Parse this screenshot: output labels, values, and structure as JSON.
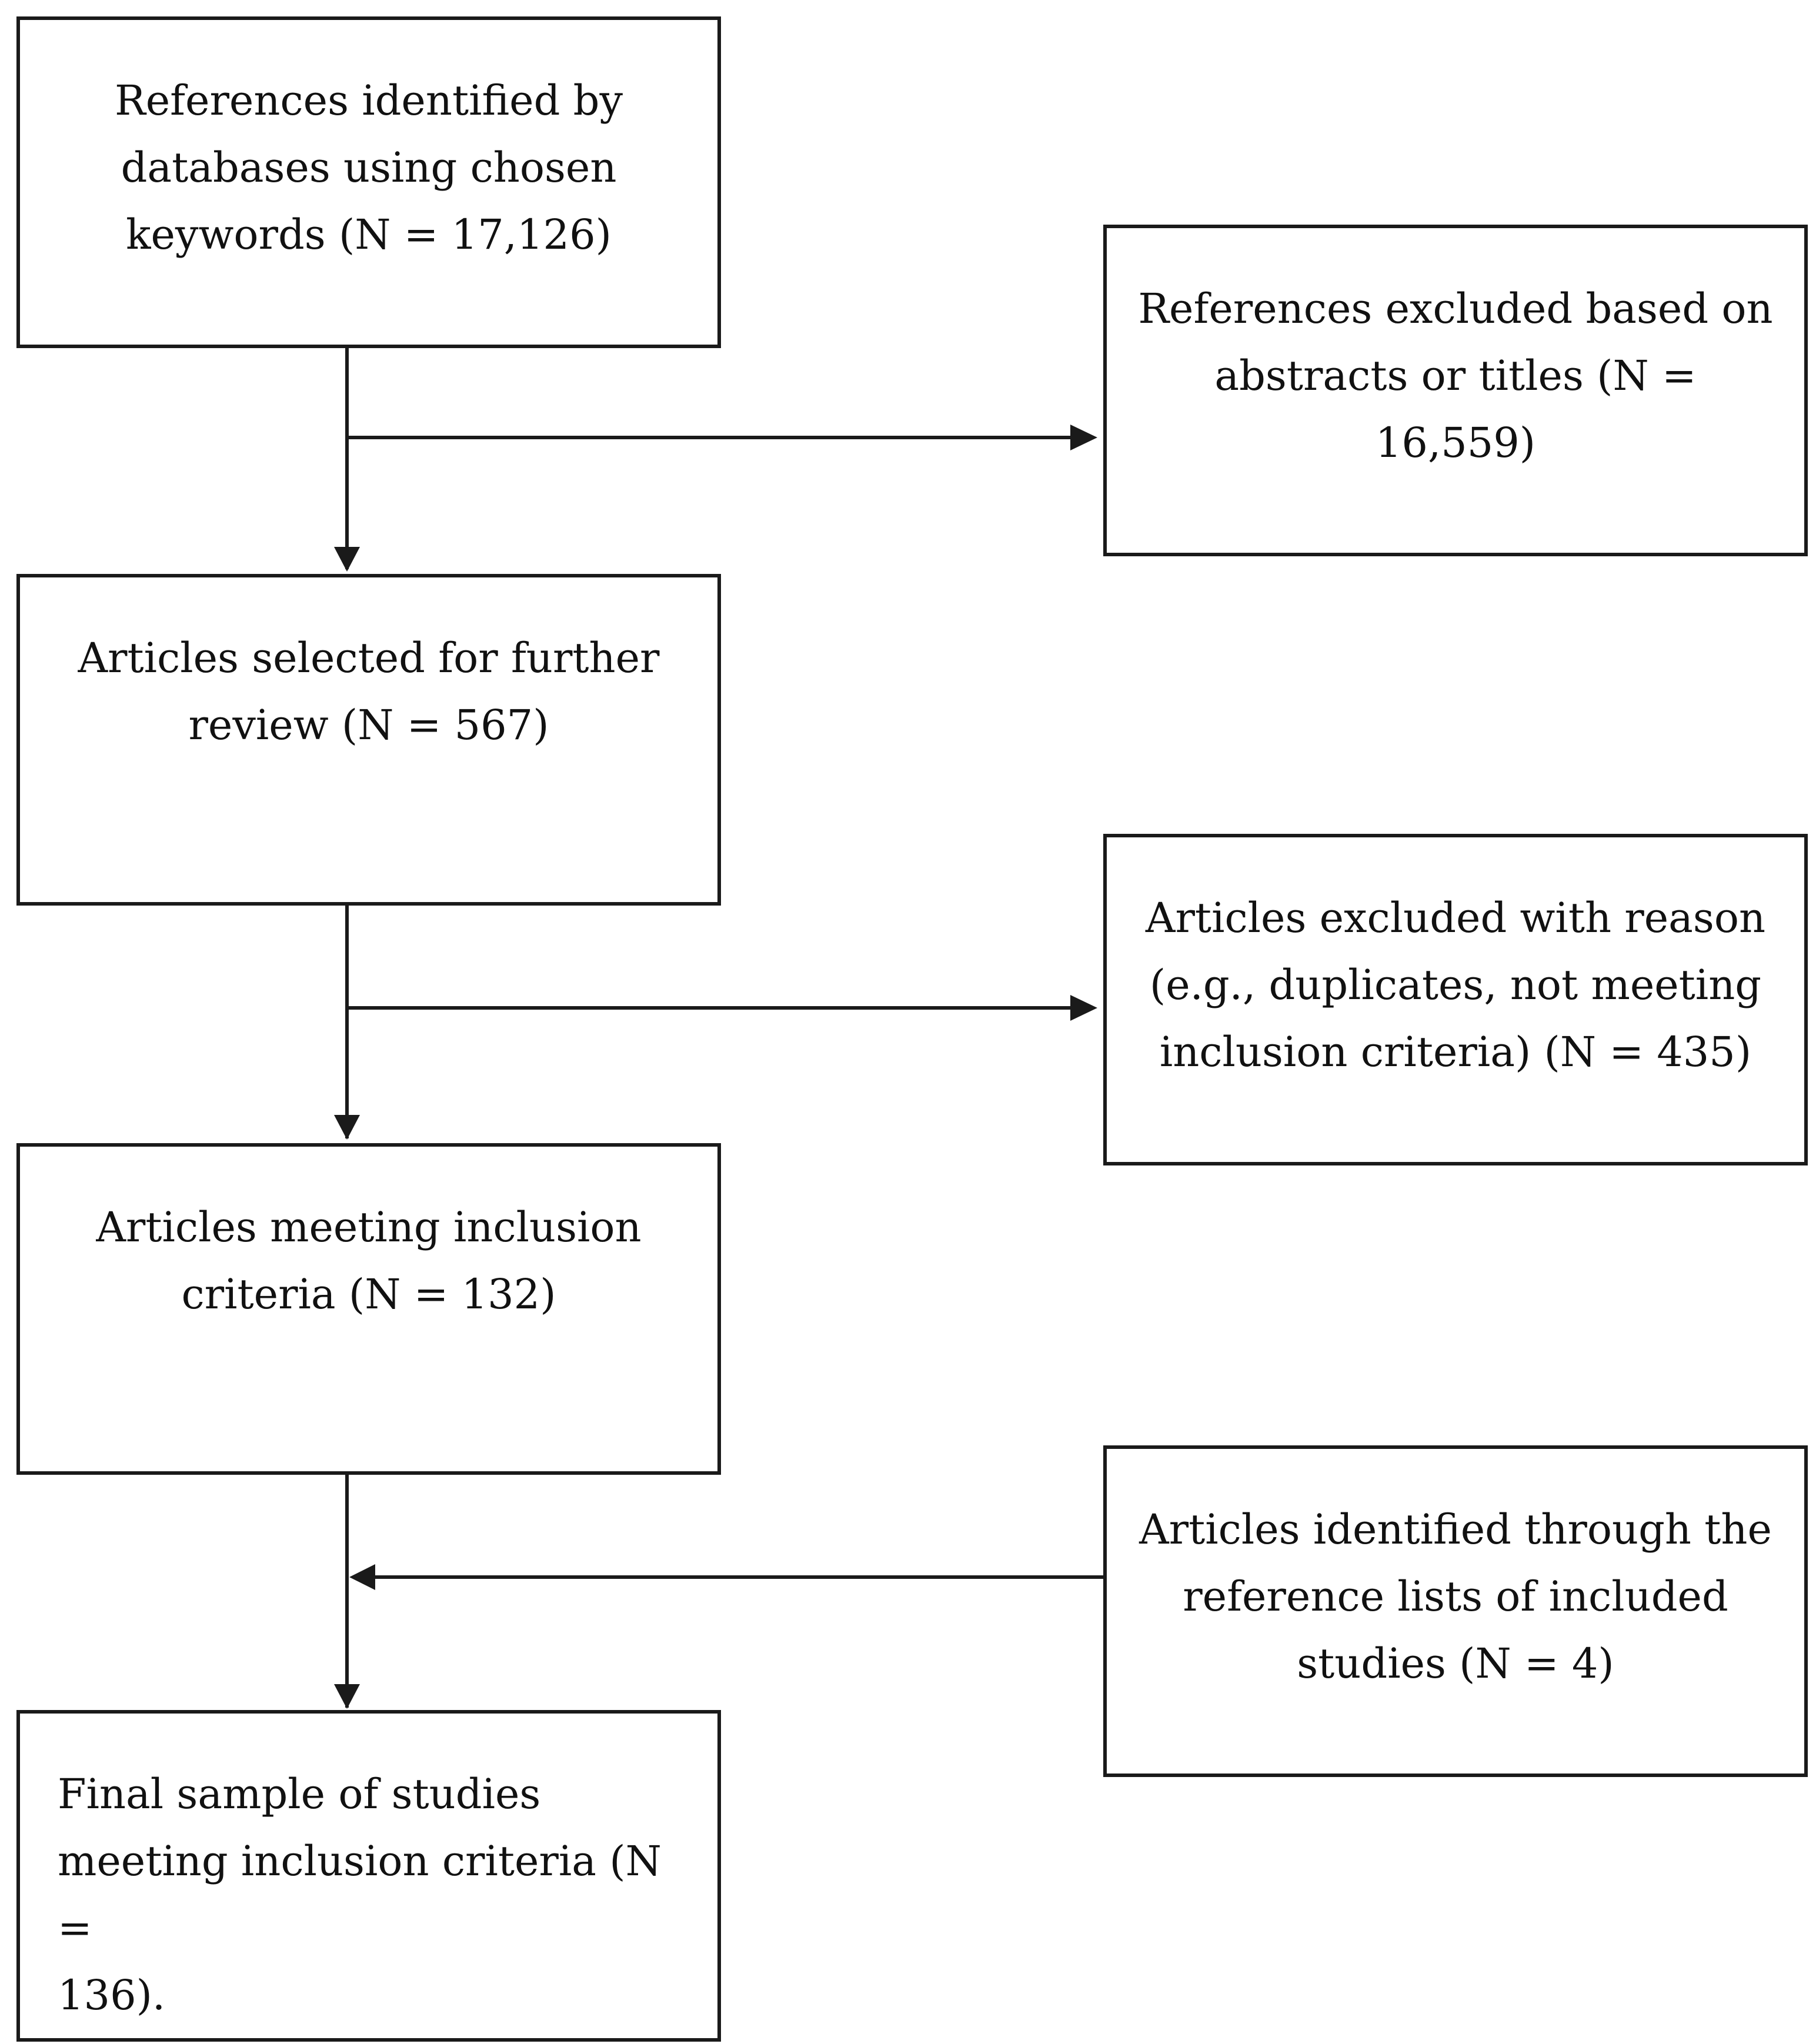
{
  "flowchart": {
    "identified": {
      "text": "References identified by\ndatabases using chosen\nkeywords (N = 17,126)"
    },
    "excluded_abstracts": {
      "text": "References excluded based on\nabstracts or titles (N = 16,559)"
    },
    "selected": {
      "text": "Articles selected for further\nreview (N = 567)"
    },
    "excluded_reason": {
      "text": "Articles excluded with reason\n(e.g., duplicates, not meeting\ninclusion criteria) (N = 435)"
    },
    "meeting": {
      "text": "Articles meeting inclusion\ncriteria (N = 132)"
    },
    "reference_lists": {
      "text": "Articles identified through the\nreference lists of included\nstudies (N = 4)"
    },
    "final": {
      "text": "Final sample of studies\nmeeting inclusion criteria (N =\n136)."
    }
  }
}
